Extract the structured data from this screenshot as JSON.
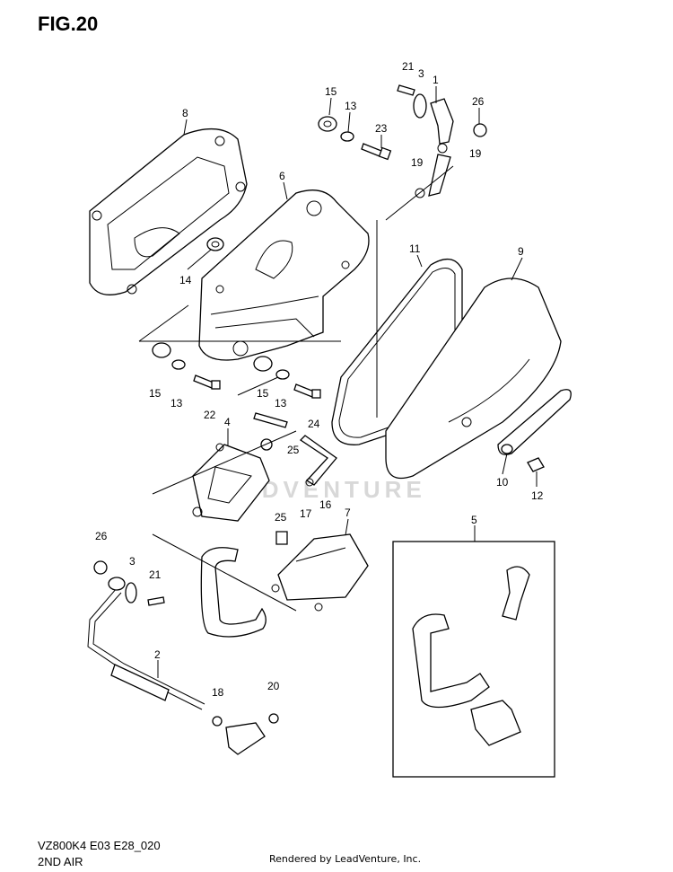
{
  "figure": {
    "title": "FIG.20",
    "model_code": "VZ800K4 E03 E28_020",
    "section_name": "2ND AIR",
    "credit": "Rendered by LeadVenture, Inc.",
    "watermark": "ADVENTURE"
  },
  "callouts": [
    {
      "id": "c8",
      "text": "8"
    },
    {
      "id": "c6",
      "text": "6"
    },
    {
      "id": "c14",
      "text": "14"
    },
    {
      "id": "c15a",
      "text": "15"
    },
    {
      "id": "c13a",
      "text": "13"
    },
    {
      "id": "c23",
      "text": "23"
    },
    {
      "id": "c21a",
      "text": "21"
    },
    {
      "id": "c3a",
      "text": "3"
    },
    {
      "id": "c1",
      "text": "1"
    },
    {
      "id": "c26a",
      "text": "26"
    },
    {
      "id": "c19a",
      "text": "19"
    },
    {
      "id": "c19b",
      "text": "19"
    },
    {
      "id": "c11",
      "text": "11"
    },
    {
      "id": "c9",
      "text": "9"
    },
    {
      "id": "c15b",
      "text": "15"
    },
    {
      "id": "c13b",
      "text": "13"
    },
    {
      "id": "c22",
      "text": "22"
    },
    {
      "id": "c15c",
      "text": "15"
    },
    {
      "id": "c13c",
      "text": "13"
    },
    {
      "id": "c24",
      "text": "24"
    },
    {
      "id": "c4",
      "text": "4"
    },
    {
      "id": "c25a",
      "text": "25"
    },
    {
      "id": "c17",
      "text": "17"
    },
    {
      "id": "c16",
      "text": "16"
    },
    {
      "id": "c10",
      "text": "10"
    },
    {
      "id": "c12",
      "text": "12"
    },
    {
      "id": "c25b",
      "text": "25"
    },
    {
      "id": "c7",
      "text": "7"
    },
    {
      "id": "c5",
      "text": "5"
    },
    {
      "id": "c26b",
      "text": "26"
    },
    {
      "id": "c3b",
      "text": "3"
    },
    {
      "id": "c21b",
      "text": "21"
    },
    {
      "id": "c2",
      "text": "2"
    },
    {
      "id": "c18",
      "text": "18"
    },
    {
      "id": "c20",
      "text": "20"
    }
  ]
}
